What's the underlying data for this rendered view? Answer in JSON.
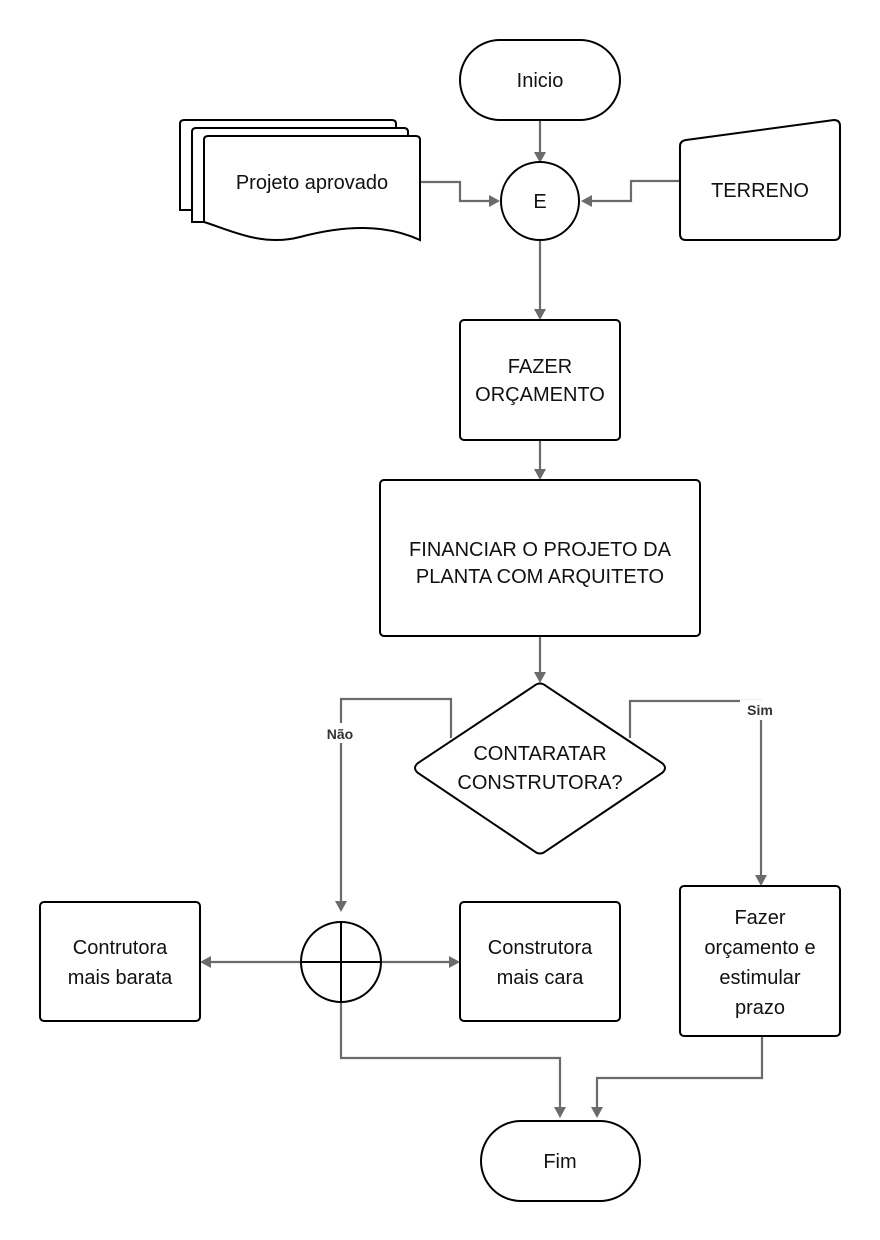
{
  "diagram": {
    "nodes": {
      "inicio": {
        "label": "Inicio"
      },
      "projeto": {
        "label": "Projeto  aprovado"
      },
      "e_gate": {
        "label": "E"
      },
      "terreno": {
        "label": "TERRENO"
      },
      "orcamento": {
        "line1": "FAZER",
        "line2": "ORÇAMENTO"
      },
      "financiar": {
        "line1": "FINANCIAR O PROJETO DA",
        "line2": "PLANTA COM ARQUITETO"
      },
      "decisao": {
        "line1": "CONTARATAR",
        "line2": "CONSTRUTORA?"
      },
      "barata": {
        "line1": "Contrutora",
        "line2": "mais barata"
      },
      "cara": {
        "line1": "Construtora",
        "line2": "mais cara"
      },
      "prazo": {
        "line1": "Fazer",
        "line2": "orçamento e",
        "line3": "estimular",
        "line4": "prazo"
      },
      "fim": {
        "label": "Fim"
      }
    },
    "edges": {
      "nao": "Não",
      "sim": "Sim"
    }
  }
}
